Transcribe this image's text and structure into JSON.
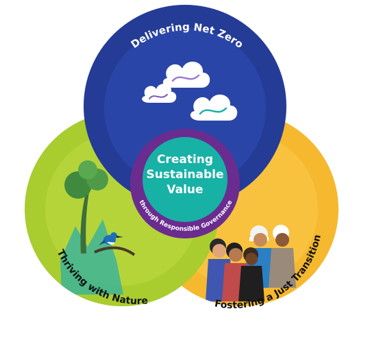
{
  "diagram": {
    "top_circle": {
      "label": "Delivering Net Zero",
      "color": "#243c96",
      "inner_color": "#2a45a8"
    },
    "left_circle": {
      "label": "Thriving with Nature",
      "color": "#a9cc2f",
      "inner_color": "#b5d43a"
    },
    "right_circle": {
      "label": "Fostering a Just Transition",
      "color": "#f5b82e",
      "inner_color": "#f8c23f"
    },
    "center": {
      "title_line1": "Creating",
      "title_line2": "Sustainable",
      "title_line3": "Value",
      "subtitle": "through Responsible Governance",
      "ring_color": "#6a2c8f",
      "fill_color": "#18b1a6"
    }
  }
}
